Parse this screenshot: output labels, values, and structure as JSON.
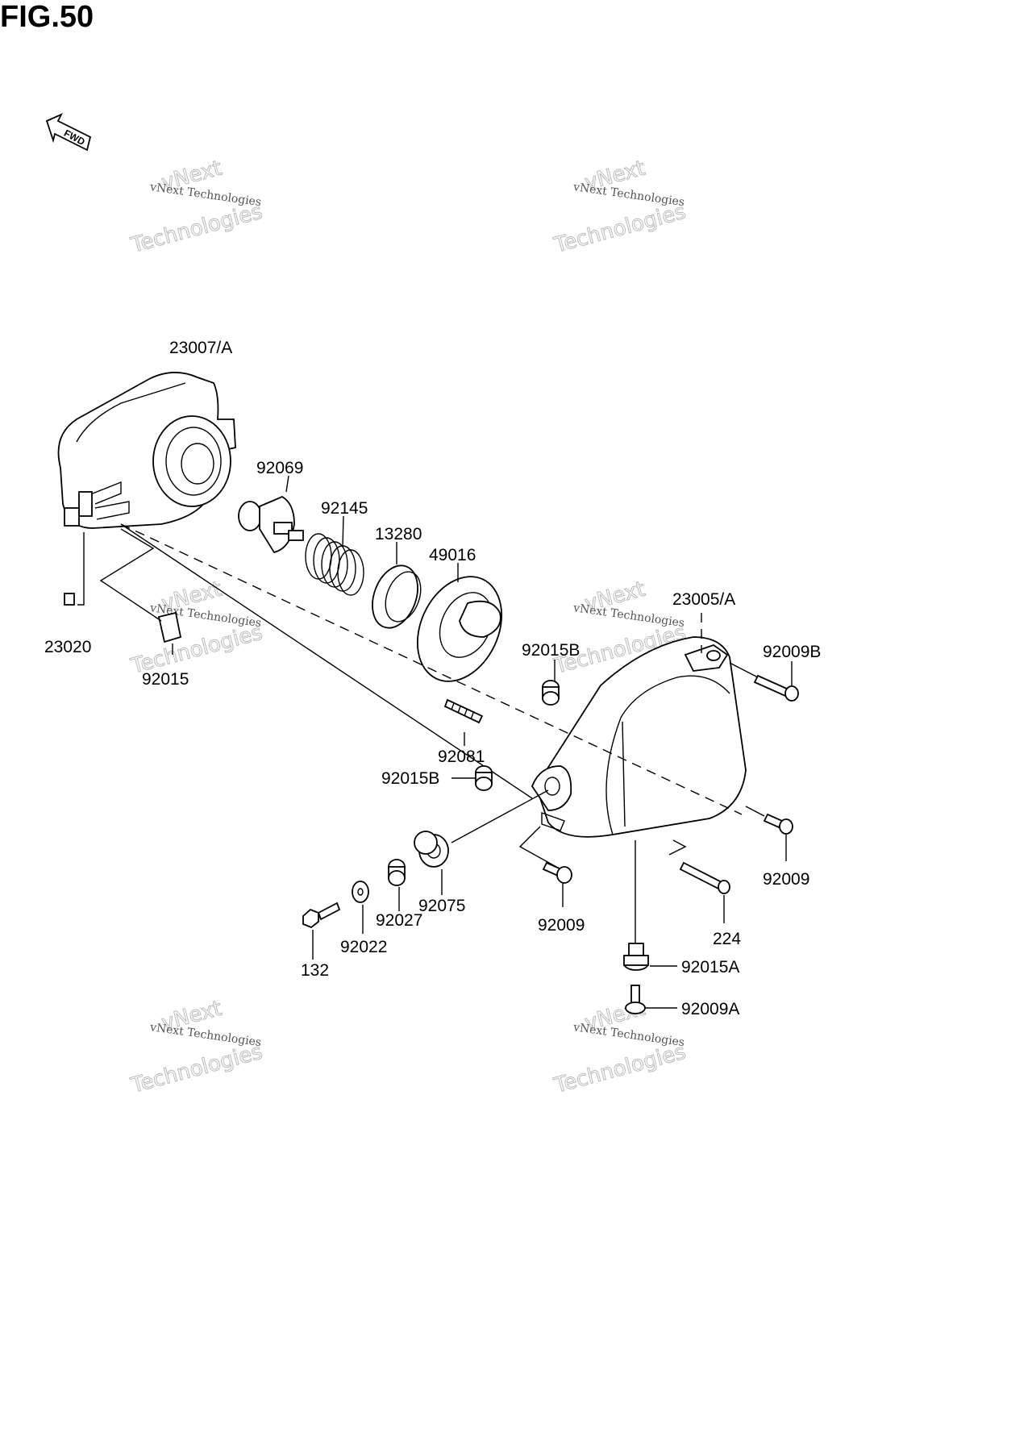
{
  "figure": {
    "title": "FIG.50"
  },
  "fwd_label": "FWD",
  "watermark": {
    "line1": "vNext Technologies",
    "line2": "vNext",
    "line3": "Technologies"
  },
  "parts": {
    "p23007A": "23007/A",
    "p92069": "92069",
    "p92145": "92145",
    "p13280": "13280",
    "p49016": "49016",
    "p23020": "23020",
    "p92015": "92015",
    "p23005A": "23005/A",
    "p92015B_top": "92015B",
    "p92009B": "92009B",
    "p92081": "92081",
    "p92015B_mid": "92015B",
    "p92009_right": "92009",
    "p92009_center": "92009",
    "p224": "224",
    "p92075": "92075",
    "p92027": "92027",
    "p92022": "92022",
    "p132": "132",
    "p92015A": "92015A",
    "p92009A": "92009A"
  }
}
